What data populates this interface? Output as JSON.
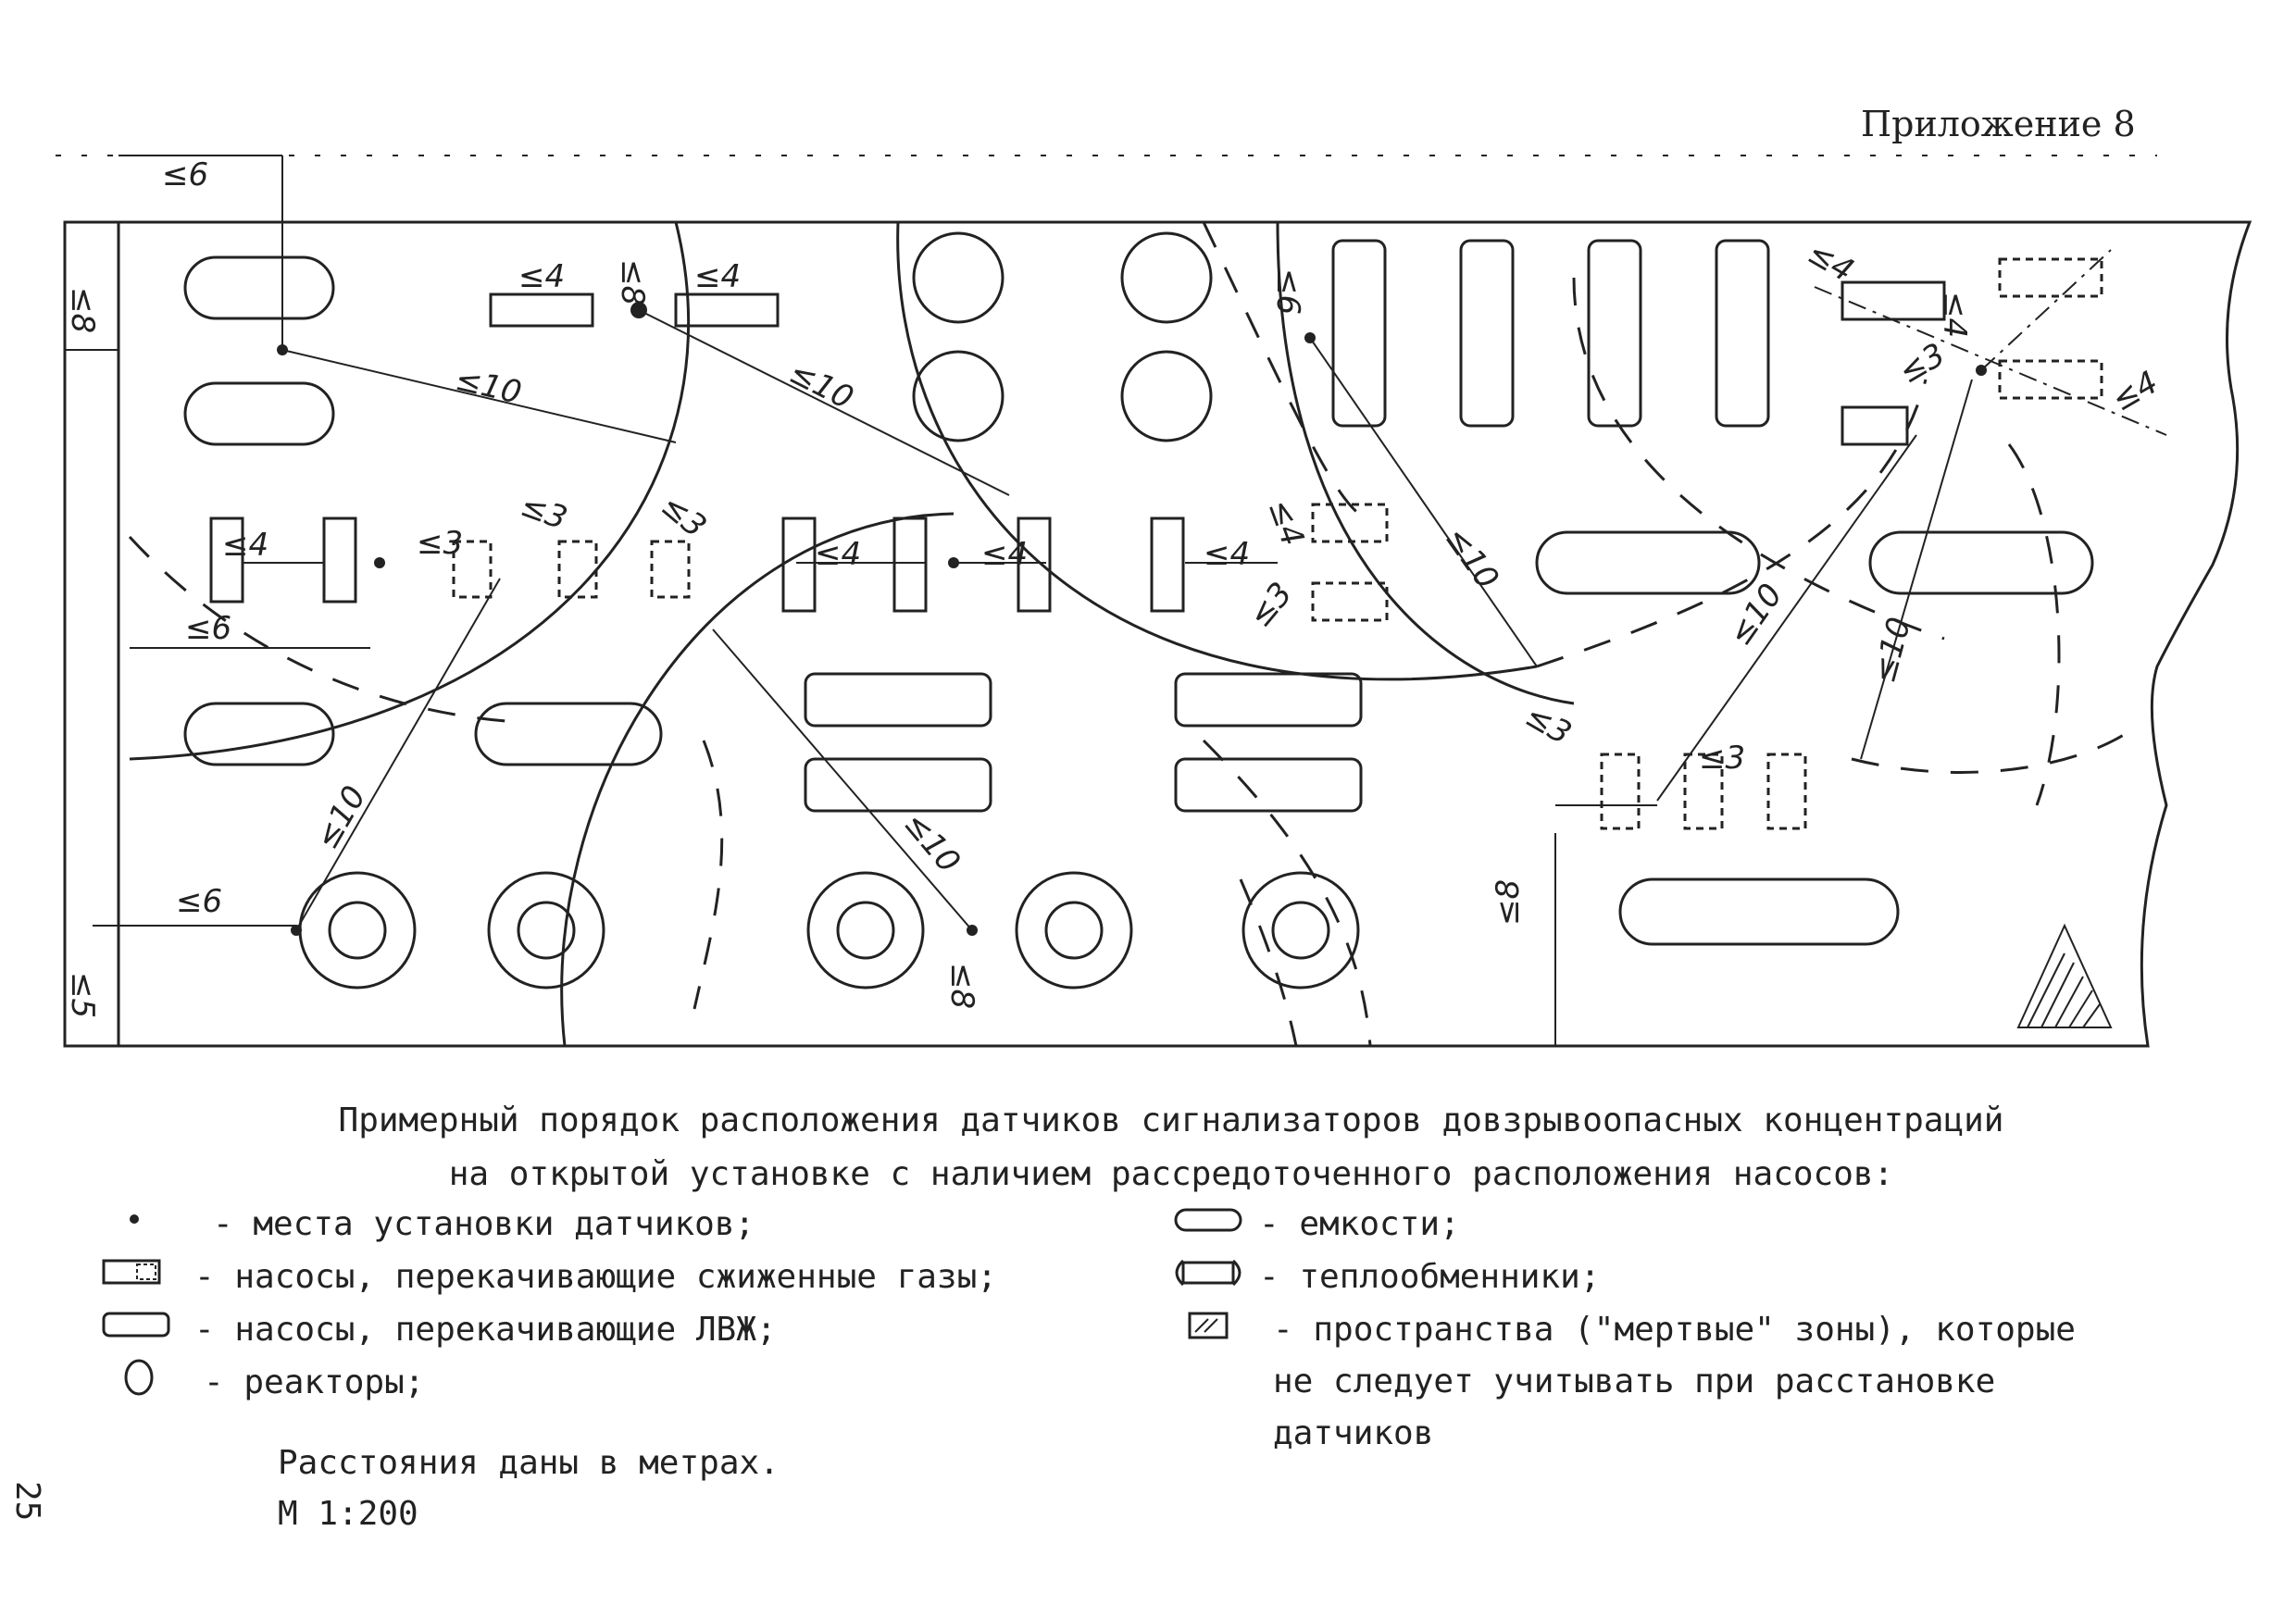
{
  "header": {
    "appendix": "Приложение 8"
  },
  "diagram": {
    "dimension_labels": {
      "d_top_left": "≤6",
      "d_left_upper": "≤8",
      "d_line1": "≤10",
      "d_line2": "≤10",
      "d_line3": "≤10",
      "d_line4": "≤10",
      "d_line5": "≤10",
      "d_line6": "≤10",
      "d_line7": "≤10",
      "d_pump_a": "≤4",
      "d_pump_b": "≤4",
      "d_top_dot": "≤8",
      "d_top_dot_left": "≤4",
      "d_top_dot_right": "≤4",
      "d_mid1": "≤4",
      "d_mid2": "≤4",
      "d_mid3": "≤4",
      "d_mid4": "≤4",
      "d_mid5": "≤3",
      "d_mid6": "≤3",
      "d_mid7": "≤3",
      "d_left_6": "≤6",
      "d_bottom_6": "≤6",
      "d_bottom_left_5": "≤5",
      "d_bottom_8": "≤8",
      "d_right_8": "≤8",
      "d_right_6": "≤6",
      "d_right_3a": "≤3",
      "d_right_3b": "≤3",
      "d_right_3c": "≤3",
      "d_right_3d": "≤3",
      "d_far_right_4a": "≤4",
      "d_far_right_4b": "≤4"
    }
  },
  "caption": {
    "line1": "Примерный порядок расположения датчиков сигнализаторов довзрывоопасных концентраций",
    "line2": "на открытой установке с наличием рассредоточенного расположения насосов:"
  },
  "legend": {
    "left": [
      {
        "icon": "sensor-dot-icon",
        "text": "- места установки датчиков;"
      },
      {
        "icon": "pump-gas-icon",
        "text": "- насосы, перекачивающие сжиженные газы;"
      },
      {
        "icon": "pump-lvzh-icon",
        "text": "- насосы, перекачивающие ЛВЖ;"
      },
      {
        "icon": "reactor-icon",
        "text": "- реакторы;"
      }
    ],
    "right": [
      {
        "icon": "tank-icon",
        "text": "- емкости;"
      },
      {
        "icon": "heat-exchanger-icon",
        "text": "- теплообменники;"
      },
      {
        "icon": "dead-zone-icon",
        "text": "- пространства (\"мертвые\" зоны), которые\nне следует учитывать при расстановке\nдатчиков"
      }
    ]
  },
  "notes": {
    "distances": "Расстояния даны в метрах.",
    "scale": "М 1:200"
  },
  "page_number": "25"
}
